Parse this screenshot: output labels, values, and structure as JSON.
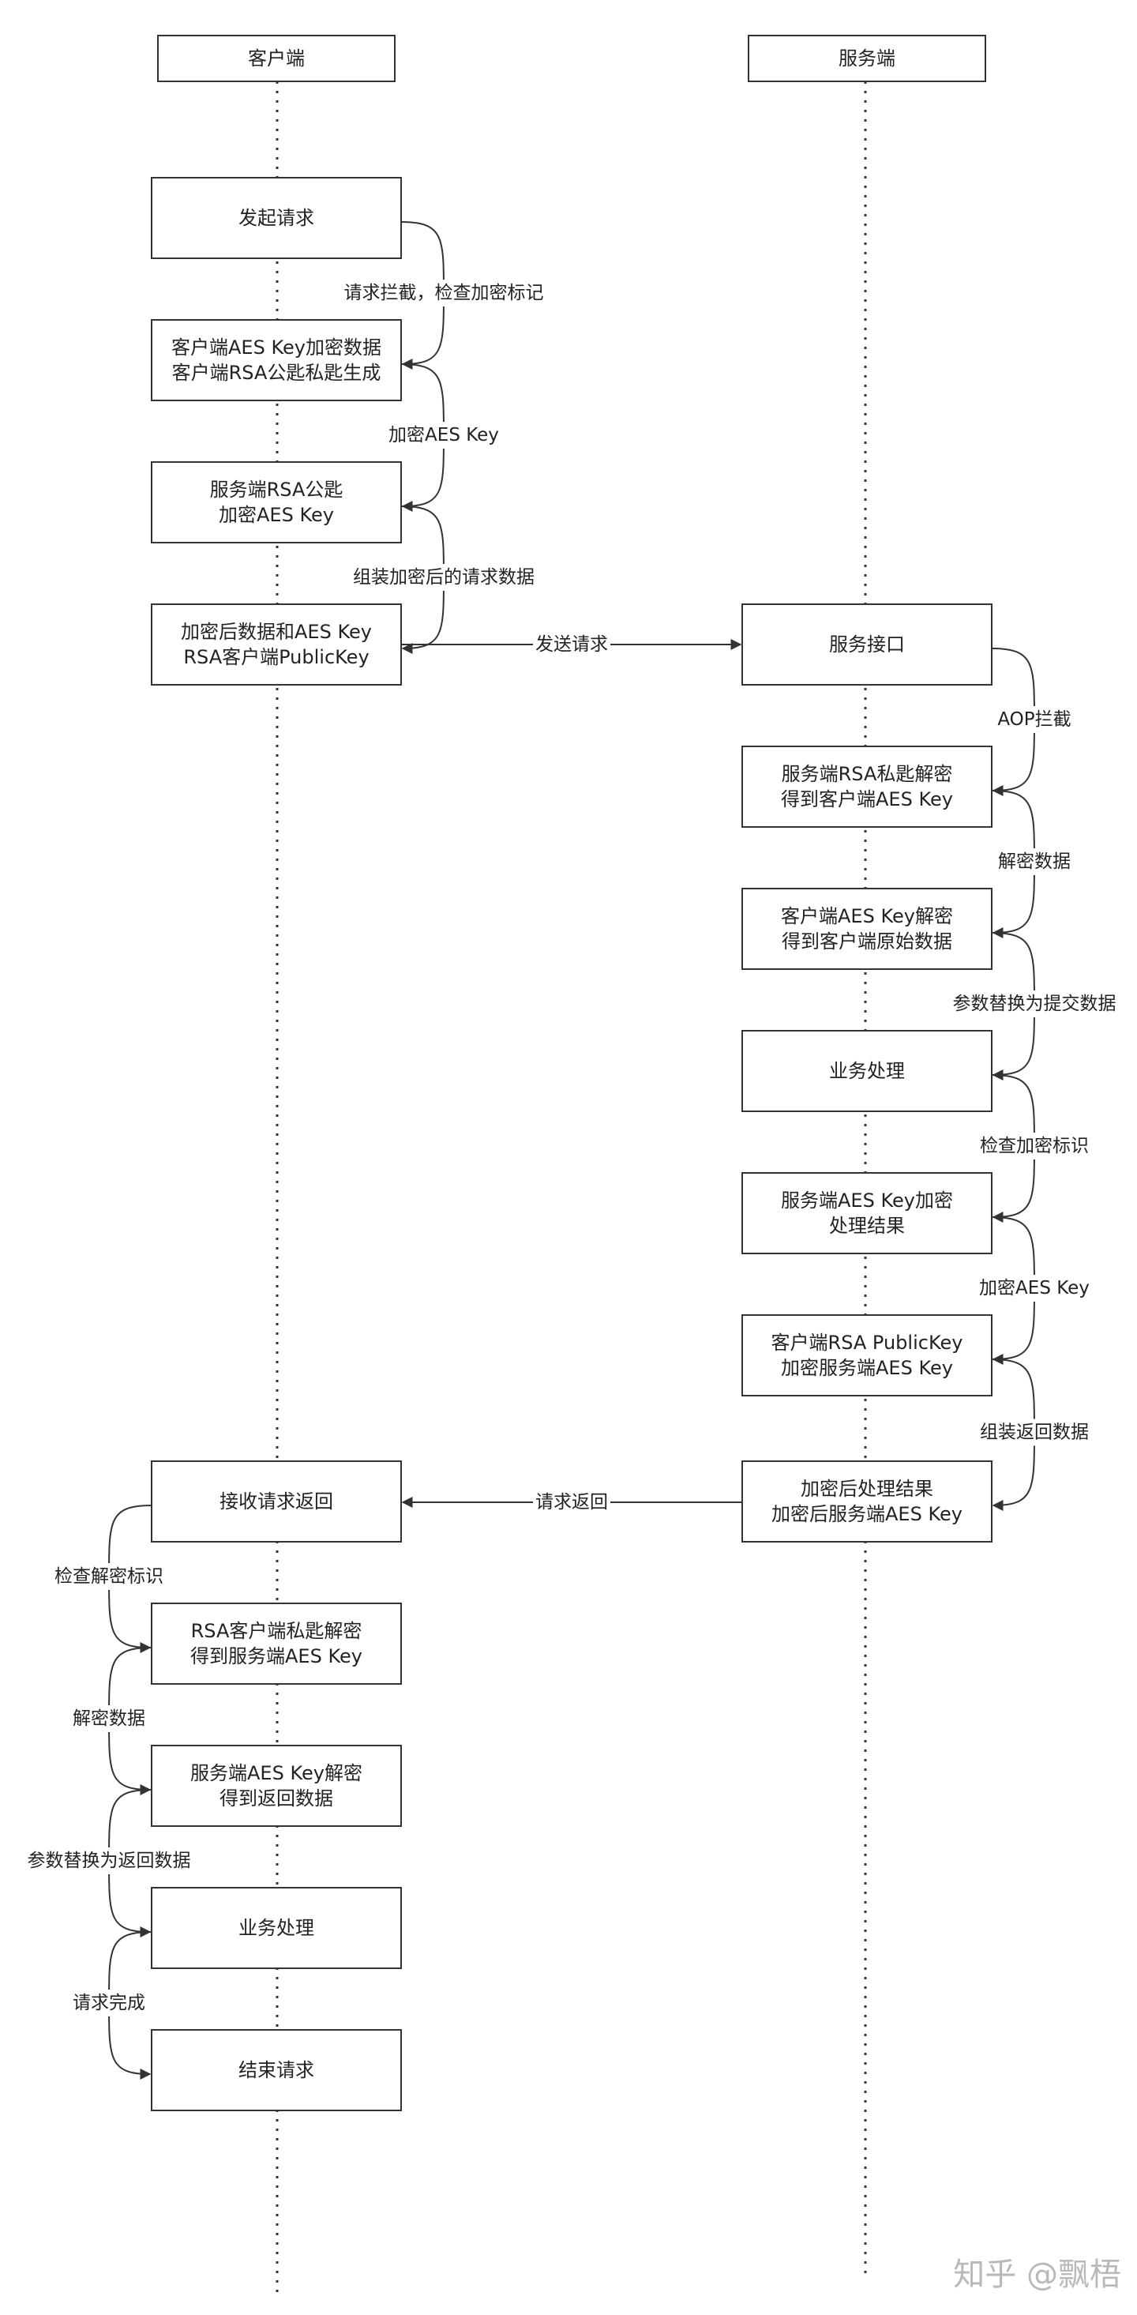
{
  "diagram": {
    "lanes": {
      "client": "客户端",
      "server": "服务端"
    },
    "client_steps": [
      {
        "id": "c1",
        "lines": [
          "发起请求"
        ]
      },
      {
        "id": "c2",
        "lines": [
          "客户端AES Key加密数据",
          "客户端RSA公匙私匙生成"
        ]
      },
      {
        "id": "c3",
        "lines": [
          "服务端RSA公匙",
          "加密AES Key"
        ]
      },
      {
        "id": "c4",
        "lines": [
          "加密后数据和AES Key",
          "RSA客户端PublicKey"
        ]
      },
      {
        "id": "c5",
        "lines": [
          "接收请求返回"
        ]
      },
      {
        "id": "c6",
        "lines": [
          "RSA客户端私匙解密",
          "得到服务端AES Key"
        ]
      },
      {
        "id": "c7",
        "lines": [
          "服务端AES Key解密",
          "得到返回数据"
        ]
      },
      {
        "id": "c8",
        "lines": [
          "业务处理"
        ]
      },
      {
        "id": "c9",
        "lines": [
          "结束请求"
        ]
      }
    ],
    "server_steps": [
      {
        "id": "s1",
        "lines": [
          "服务接口"
        ]
      },
      {
        "id": "s2",
        "lines": [
          "服务端RSA私匙解密",
          "得到客户端AES Key"
        ]
      },
      {
        "id": "s3",
        "lines": [
          "客户端AES Key解密",
          "得到客户端原始数据"
        ]
      },
      {
        "id": "s4",
        "lines": [
          "业务处理"
        ]
      },
      {
        "id": "s5",
        "lines": [
          "服务端AES Key加密",
          "处理结果"
        ]
      },
      {
        "id": "s6",
        "lines": [
          "客户端RSA PublicKey",
          "加密服务端AES Key"
        ]
      },
      {
        "id": "s7",
        "lines": [
          "加密后处理结果",
          "加密后服务端AES Key"
        ]
      }
    ],
    "client_transitions": [
      "请求拦截，检查加密标记",
      "加密AES Key",
      "组装加密后的请求数据"
    ],
    "client_return_transitions": [
      "检查解密标识",
      "解密数据",
      "参数替换为返回数据",
      "请求完成"
    ],
    "server_transitions": [
      "AOP拦截",
      "解密数据",
      "参数替换为提交数据",
      "检查加密标识",
      "加密AES Key",
      "组装返回数据"
    ],
    "messages": {
      "send": "发送请求",
      "return": "请求返回"
    }
  },
  "watermark": "知乎 @飘梧",
  "colors": {
    "stroke": "#333333",
    "text": "#222222",
    "background": "#ffffff",
    "watermark": "#b9b9b9"
  }
}
